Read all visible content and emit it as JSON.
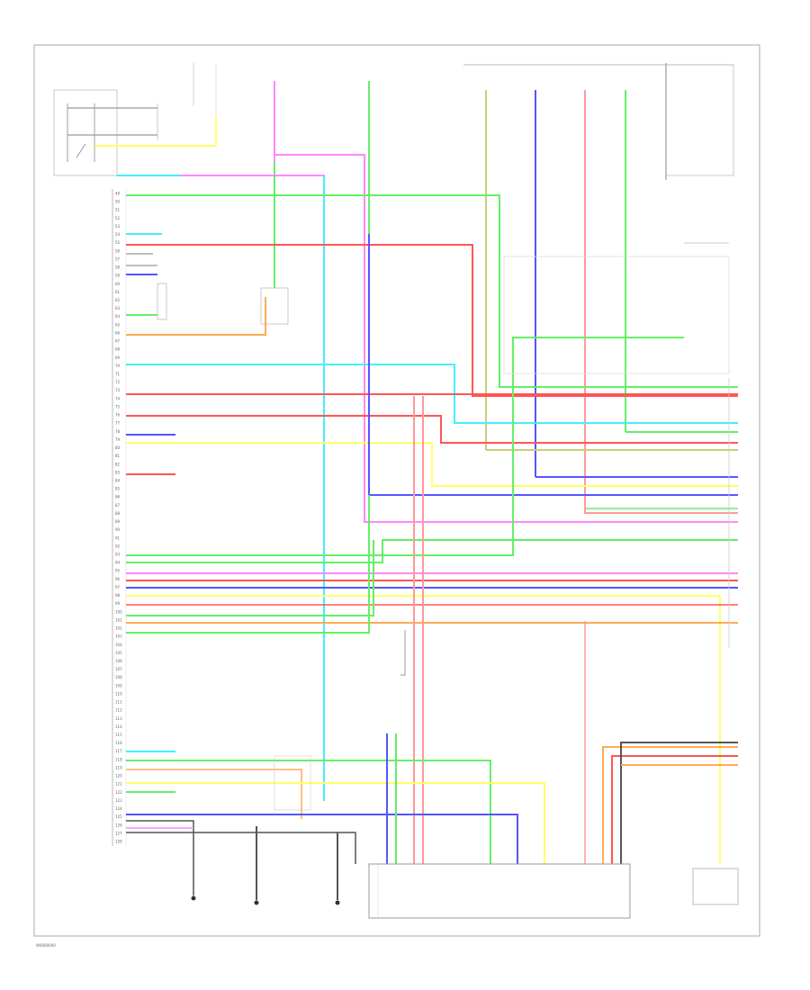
{
  "colors": {
    "pink": "#ff88ff",
    "green": "#66ee66",
    "red": "#ff5555",
    "blue": "#5555ff",
    "cyan": "#44eeff",
    "yellow": "#ffff66",
    "orange": "#ffaa55",
    "olive": "#cccc77",
    "salmon": "#ff9999",
    "gray": "#999999",
    "frame": "#aaaaaa"
  },
  "ecm_pins": [
    "49",
    "50",
    "51",
    "52",
    "53",
    "54",
    "55",
    "56",
    "57",
    "58",
    "59",
    "60",
    "61",
    "62",
    "63",
    "64",
    "65",
    "66",
    "67",
    "68",
    "69",
    "70",
    "71",
    "72",
    "73",
    "74",
    "75",
    "76",
    "77",
    "78",
    "79",
    "80",
    "81",
    "82",
    "83",
    "84",
    "85",
    "86",
    "87",
    "88",
    "89",
    "90",
    "91",
    "92",
    "93",
    "94",
    "95",
    "96",
    "97",
    "98",
    "99",
    "100",
    "101",
    "102",
    "103",
    "104",
    "105",
    "106",
    "107",
    "108",
    "109",
    "110",
    "111",
    "112",
    "113",
    "114",
    "115",
    "116",
    "117",
    "118",
    "119",
    "120",
    "121",
    "122",
    "123",
    "124",
    "125",
    "126",
    "127",
    "128"
  ],
  "footer_code": "W0000000"
}
